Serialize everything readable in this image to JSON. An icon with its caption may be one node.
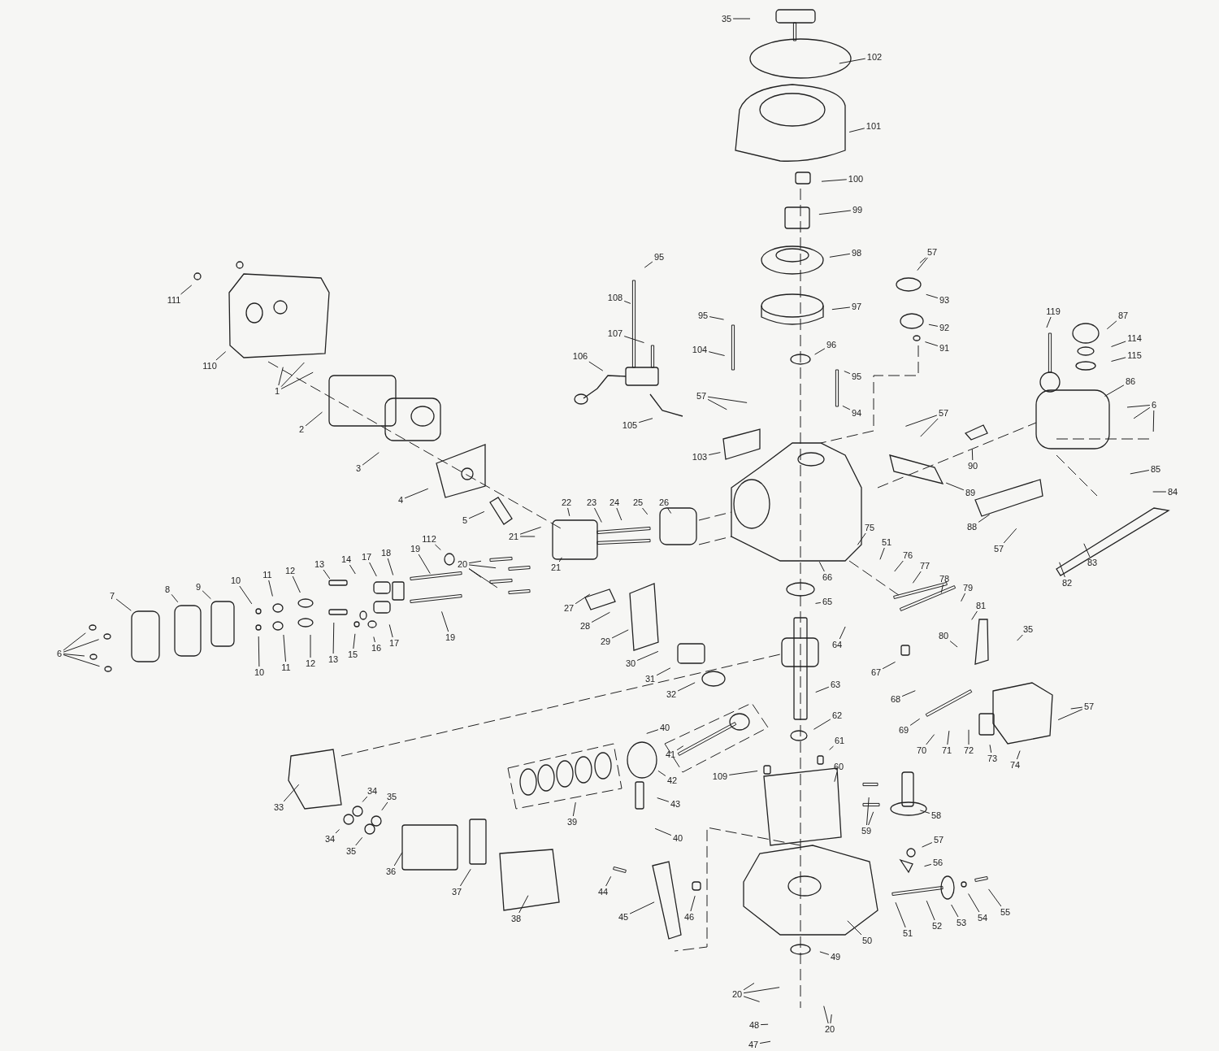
{
  "diagram": {
    "nodes": [
      {
        "text": [
          "35"
        ]
      },
      {
        "text": [
          "102"
        ]
      },
      {
        "text": [
          "101"
        ]
      },
      {
        "text": [
          "100"
        ]
      },
      {
        "text": [
          "99"
        ]
      },
      {
        "text": [
          "98"
        ]
      },
      {
        "text": [
          "57"
        ]
      },
      {
        "text": [
          "95"
        ]
      },
      {
        "text": [
          "108"
        ]
      },
      {
        "text": [
          "93"
        ]
      },
      {
        "text": [
          "111"
        ]
      },
      {
        "text": [
          "97"
        ]
      },
      {
        "text": [
          "95"
        ]
      },
      {
        "text": [
          "87"
        ]
      },
      {
        "text": [
          "119"
        ]
      },
      {
        "text": [
          "107"
        ]
      },
      {
        "text": [
          "92"
        ]
      },
      {
        "text": [
          "114"
        ]
      },
      {
        "text": [
          "110"
        ]
      },
      {
        "text": [
          "104"
        ]
      },
      {
        "text": [
          "96"
        ]
      },
      {
        "text": [
          "115"
        ]
      },
      {
        "text": [
          "91"
        ]
      },
      {
        "text": [
          "106"
        ]
      },
      {
        "text": [
          "95"
        ]
      },
      {
        "text": [
          "86"
        ]
      },
      {
        "text": [
          "1"
        ]
      },
      {
        "text": [
          "57"
        ]
      },
      {
        "text": [
          "6"
        ]
      },
      {
        "text": [
          "94"
        ]
      },
      {
        "text": [
          "57"
        ]
      },
      {
        "text": [
          "105"
        ]
      },
      {
        "text": [
          "2"
        ]
      },
      {
        "text": [
          "103"
        ]
      },
      {
        "text": [
          "90"
        ]
      },
      {
        "text": [
          "3"
        ]
      },
      {
        "text": [
          "85"
        ]
      },
      {
        "text": [
          "4"
        ]
      },
      {
        "text": [
          "84"
        ]
      },
      {
        "text": [
          "89"
        ]
      },
      {
        "text": [
          "22"
        ]
      },
      {
        "text": [
          "23"
        ]
      },
      {
        "text": [
          "24"
        ]
      },
      {
        "text": [
          "25"
        ]
      },
      {
        "text": [
          "26"
        ]
      },
      {
        "text": [
          "5"
        ]
      },
      {
        "text": [
          "88"
        ]
      },
      {
        "text": [
          "75"
        ]
      },
      {
        "text": [
          "21"
        ]
      },
      {
        "text": [
          "112"
        ]
      },
      {
        "text": [
          "19"
        ]
      },
      {
        "text": [
          "51"
        ]
      },
      {
        "text": [
          "57"
        ]
      },
      {
        "text": [
          "18"
        ]
      },
      {
        "text": [
          "76"
        ]
      },
      {
        "text": [
          "17"
        ]
      },
      {
        "text": [
          "14"
        ]
      },
      {
        "text": [
          "20"
        ]
      },
      {
        "text": [
          "13"
        ]
      },
      {
        "text": [
          "83"
        ]
      },
      {
        "text": [
          "77"
        ]
      },
      {
        "text": [
          "21"
        ]
      },
      {
        "text": [
          "12"
        ]
      },
      {
        "text": [
          "11"
        ]
      },
      {
        "text": [
          "66"
        ]
      },
      {
        "text": [
          "78"
        ]
      },
      {
        "text": [
          "10"
        ]
      },
      {
        "text": [
          "82"
        ]
      },
      {
        "text": [
          "9"
        ]
      },
      {
        "text": [
          "79"
        ]
      },
      {
        "text": [
          "8"
        ]
      },
      {
        "text": [
          "7"
        ]
      },
      {
        "text": [
          "65"
        ]
      },
      {
        "text": [
          "81"
        ]
      },
      {
        "text": [
          "27"
        ]
      },
      {
        "text": [
          "28"
        ]
      },
      {
        "text": [
          "35"
        ]
      },
      {
        "text": [
          "80"
        ]
      },
      {
        "text": [
          "19"
        ]
      },
      {
        "text": [
          "29"
        ]
      },
      {
        "text": [
          "17"
        ]
      },
      {
        "text": [
          "64"
        ]
      },
      {
        "text": [
          "16"
        ]
      },
      {
        "text": [
          "15"
        ]
      },
      {
        "text": [
          "6"
        ]
      },
      {
        "text": [
          "13"
        ]
      },
      {
        "text": [
          "12"
        ]
      },
      {
        "text": [
          "30"
        ]
      },
      {
        "text": [
          "11"
        ]
      },
      {
        "text": [
          "10"
        ]
      },
      {
        "text": [
          "67"
        ]
      },
      {
        "text": [
          "31"
        ]
      },
      {
        "text": [
          "63"
        ]
      },
      {
        "text": [
          "32"
        ]
      },
      {
        "text": [
          "68"
        ]
      },
      {
        "text": [
          "57"
        ]
      },
      {
        "text": [
          "62"
        ]
      },
      {
        "text": [
          "40"
        ]
      },
      {
        "text": [
          "69"
        ]
      },
      {
        "text": [
          "70"
        ]
      },
      {
        "text": [
          "71"
        ]
      },
      {
        "text": [
          "72"
        ]
      },
      {
        "text": [
          "41"
        ]
      },
      {
        "text": [
          "73"
        ]
      },
      {
        "text": [
          "74"
        ]
      },
      {
        "text": [
          "61"
        ]
      },
      {
        "text": [
          "109"
        ]
      },
      {
        "text": [
          "60"
        ]
      },
      {
        "text": [
          "42"
        ]
      },
      {
        "text": [
          "34"
        ]
      },
      {
        "text": [
          "35"
        ]
      },
      {
        "text": [
          "33"
        ]
      },
      {
        "text": [
          "43"
        ]
      },
      {
        "text": [
          "58"
        ]
      },
      {
        "text": [
          "39"
        ]
      },
      {
        "text": [
          "40"
        ]
      },
      {
        "text": [
          "59"
        ]
      },
      {
        "text": [
          "34"
        ]
      },
      {
        "text": [
          "57"
        ]
      },
      {
        "text": [
          "35"
        ]
      },
      {
        "text": [
          "56"
        ]
      },
      {
        "text": [
          "36"
        ]
      },
      {
        "text": [
          "37"
        ]
      },
      {
        "text": [
          "44"
        ]
      },
      {
        "text": [
          "45"
        ]
      },
      {
        "text": [
          "46"
        ]
      },
      {
        "text": [
          "38"
        ]
      },
      {
        "text": [
          "55"
        ]
      },
      {
        "text": [
          "54"
        ]
      },
      {
        "text": [
          "53"
        ]
      },
      {
        "text": [
          "52"
        ]
      },
      {
        "text": [
          "51"
        ]
      },
      {
        "text": [
          "50"
        ]
      },
      {
        "text": [
          "49"
        ]
      },
      {
        "text": [
          "20"
        ]
      },
      {
        "text": [
          "48"
        ]
      },
      {
        "text": [
          "20"
        ]
      },
      {
        "text": [
          "47"
        ]
      }
    ],
    "edges": [
      {
        "from": 0,
        "to": null,
        "arrow": "none"
      },
      {
        "from": 1,
        "to": null,
        "arrow": "none"
      },
      {
        "from": 2,
        "to": null,
        "arrow": "none"
      },
      {
        "from": 3,
        "to": null,
        "arrow": "none"
      },
      {
        "from": 4,
        "to": null,
        "arrow": "none"
      },
      {
        "from": 5,
        "to": null,
        "arrow": "none"
      },
      {
        "from": 6,
        "to": null,
        "arrow": "none"
      },
      {
        "from": 6,
        "to": null,
        "arrow": "none"
      },
      {
        "from": 7,
        "to": null,
        "arrow": "none"
      },
      {
        "from": 8,
        "to": null,
        "arrow": "none"
      },
      {
        "from": 9,
        "to": null,
        "arrow": "none"
      },
      {
        "from": 10,
        "to": null,
        "arrow": "none"
      },
      {
        "from": 11,
        "to": null,
        "arrow": "none"
      },
      {
        "from": 12,
        "to": null,
        "arrow": "none"
      },
      {
        "from": 13,
        "to": null,
        "arrow": "none"
      },
      {
        "from": 14,
        "to": null,
        "arrow": "none"
      },
      {
        "from": 15,
        "to": null,
        "arrow": "none"
      },
      {
        "from": 16,
        "to": null,
        "arrow": "none"
      },
      {
        "from": 17,
        "to": null,
        "arrow": "none"
      },
      {
        "from": 18,
        "to": null,
        "arrow": "none"
      },
      {
        "from": 19,
        "to": null,
        "arrow": "none"
      },
      {
        "from": 20,
        "to": null,
        "arrow": "none"
      },
      {
        "from": 21,
        "to": null,
        "arrow": "none"
      },
      {
        "from": 22,
        "to": null,
        "arrow": "none"
      },
      {
        "from": 23,
        "to": null,
        "arrow": "none"
      },
      {
        "from": 24,
        "to": null,
        "arrow": "none"
      },
      {
        "from": 25,
        "to": null,
        "arrow": "none"
      },
      {
        "from": 26,
        "to": null,
        "arrow": "none"
      },
      {
        "from": 26,
        "to": null,
        "arrow": "none"
      },
      {
        "from": 26,
        "to": null,
        "arrow": "none"
      },
      {
        "from": 27,
        "to": null,
        "arrow": "none"
      },
      {
        "from": 27,
        "to": null,
        "arrow": "none"
      },
      {
        "from": 28,
        "to": null,
        "arrow": "none"
      },
      {
        "from": 28,
        "to": null,
        "arrow": "none"
      },
      {
        "from": 28,
        "to": null,
        "arrow": "none"
      },
      {
        "from": 29,
        "to": null,
        "arrow": "none"
      },
      {
        "from": 30,
        "to": null,
        "arrow": "none"
      },
      {
        "from": 30,
        "to": null,
        "arrow": "none"
      },
      {
        "from": 31,
        "to": null,
        "arrow": "none"
      },
      {
        "from": 32,
        "to": null,
        "arrow": "none"
      },
      {
        "from": 33,
        "to": null,
        "arrow": "none"
      },
      {
        "from": 34,
        "to": null,
        "arrow": "none"
      },
      {
        "from": 35,
        "to": null,
        "arrow": "none"
      },
      {
        "from": 36,
        "to": null,
        "arrow": "none"
      },
      {
        "from": 37,
        "to": null,
        "arrow": "none"
      },
      {
        "from": 38,
        "to": null,
        "arrow": "none"
      },
      {
        "from": 39,
        "to": null,
        "arrow": "none"
      },
      {
        "from": 40,
        "to": null,
        "arrow": "none"
      },
      {
        "from": 41,
        "to": null,
        "arrow": "none"
      },
      {
        "from": 42,
        "to": null,
        "arrow": "none"
      },
      {
        "from": 43,
        "to": null,
        "arrow": "none"
      },
      {
        "from": 44,
        "to": null,
        "arrow": "none"
      },
      {
        "from": 45,
        "to": null,
        "arrow": "none"
      },
      {
        "from": 46,
        "to": null,
        "arrow": "none"
      },
      {
        "from": 47,
        "to": null,
        "arrow": "none"
      },
      {
        "from": 48,
        "to": null,
        "arrow": "none"
      },
      {
        "from": 48,
        "to": null,
        "arrow": "none"
      },
      {
        "from": 49,
        "to": null,
        "arrow": "none"
      },
      {
        "from": 50,
        "to": null,
        "arrow": "none"
      },
      {
        "from": 51,
        "to": null,
        "arrow": "none"
      },
      {
        "from": 52,
        "to": null,
        "arrow": "none"
      },
      {
        "from": 53,
        "to": null,
        "arrow": "none"
      },
      {
        "from": 54,
        "to": null,
        "arrow": "none"
      },
      {
        "from": 55,
        "to": null,
        "arrow": "none"
      },
      {
        "from": 56,
        "to": null,
        "arrow": "none"
      },
      {
        "from": 57,
        "to": null,
        "arrow": "none"
      },
      {
        "from": 57,
        "to": null,
        "arrow": "none"
      },
      {
        "from": 57,
        "to": null,
        "arrow": "none"
      },
      {
        "from": 57,
        "to": null,
        "arrow": "none"
      },
      {
        "from": 58,
        "to": null,
        "arrow": "none"
      },
      {
        "from": 59,
        "to": null,
        "arrow": "none"
      },
      {
        "from": 60,
        "to": null,
        "arrow": "none"
      },
      {
        "from": 61,
        "to": null,
        "arrow": "none"
      },
      {
        "from": 62,
        "to": null,
        "arrow": "none"
      },
      {
        "from": 63,
        "to": null,
        "arrow": "none"
      },
      {
        "from": 64,
        "to": null,
        "arrow": "none"
      },
      {
        "from": 65,
        "to": null,
        "arrow": "none"
      },
      {
        "from": 66,
        "to": null,
        "arrow": "none"
      },
      {
        "from": 67,
        "to": null,
        "arrow": "none"
      },
      {
        "from": 68,
        "to": null,
        "arrow": "none"
      },
      {
        "from": 69,
        "to": null,
        "arrow": "none"
      },
      {
        "from": 70,
        "to": null,
        "arrow": "none"
      },
      {
        "from": 71,
        "to": null,
        "arrow": "none"
      },
      {
        "from": 72,
        "to": null,
        "arrow": "none"
      },
      {
        "from": 73,
        "to": null,
        "arrow": "none"
      },
      {
        "from": 74,
        "to": null,
        "arrow": "none"
      },
      {
        "from": 75,
        "to": null,
        "arrow": "none"
      },
      {
        "from": 76,
        "to": null,
        "arrow": "none"
      },
      {
        "from": 77,
        "to": null,
        "arrow": "none"
      },
      {
        "from": 78,
        "to": null,
        "arrow": "none"
      },
      {
        "from": 79,
        "to": null,
        "arrow": "none"
      },
      {
        "from": 80,
        "to": null,
        "arrow": "none"
      },
      {
        "from": 81,
        "to": null,
        "arrow": "none"
      },
      {
        "from": 82,
        "to": null,
        "arrow": "none"
      },
      {
        "from": 83,
        "to": null,
        "arrow": "none"
      },
      {
        "from": 84,
        "to": null,
        "arrow": "none"
      },
      {
        "from": 84,
        "to": null,
        "arrow": "none"
      },
      {
        "from": 84,
        "to": null,
        "arrow": "none"
      },
      {
        "from": 84,
        "to": null,
        "arrow": "none"
      },
      {
        "from": 85,
        "to": null,
        "arrow": "none"
      },
      {
        "from": 86,
        "to": null,
        "arrow": "none"
      },
      {
        "from": 87,
        "to": null,
        "arrow": "none"
      },
      {
        "from": 88,
        "to": null,
        "arrow": "none"
      },
      {
        "from": 89,
        "to": null,
        "arrow": "none"
      },
      {
        "from": 90,
        "to": null,
        "arrow": "none"
      },
      {
        "from": 91,
        "to": null,
        "arrow": "none"
      },
      {
        "from": 92,
        "to": null,
        "arrow": "none"
      },
      {
        "from": 93,
        "to": null,
        "arrow": "none"
      },
      {
        "from": 94,
        "to": null,
        "arrow": "none"
      },
      {
        "from": 95,
        "to": null,
        "arrow": "none"
      },
      {
        "from": 95,
        "to": null,
        "arrow": "none"
      },
      {
        "from": 96,
        "to": null,
        "arrow": "none"
      },
      {
        "from": 97,
        "to": null,
        "arrow": "none"
      },
      {
        "from": 98,
        "to": null,
        "arrow": "none"
      },
      {
        "from": 99,
        "to": null,
        "arrow": "none"
      },
      {
        "from": 100,
        "to": null,
        "arrow": "none"
      },
      {
        "from": 101,
        "to": null,
        "arrow": "none"
      },
      {
        "from": 102,
        "to": null,
        "arrow": "none"
      },
      {
        "from": 103,
        "to": null,
        "arrow": "none"
      },
      {
        "from": 104,
        "to": null,
        "arrow": "none"
      },
      {
        "from": 105,
        "to": null,
        "arrow": "none"
      },
      {
        "from": 106,
        "to": null,
        "arrow": "none"
      },
      {
        "from": 107,
        "to": null,
        "arrow": "none"
      },
      {
        "from": 108,
        "to": null,
        "arrow": "none"
      },
      {
        "from": 109,
        "to": null,
        "arrow": "none"
      },
      {
        "from": 110,
        "to": null,
        "arrow": "none"
      },
      {
        "from": 111,
        "to": null,
        "arrow": "none"
      },
      {
        "from": 112,
        "to": null,
        "arrow": "none"
      },
      {
        "from": 113,
        "to": null,
        "arrow": "none"
      },
      {
        "from": 114,
        "to": null,
        "arrow": "none"
      },
      {
        "from": 115,
        "to": null,
        "arrow": "none"
      },
      {
        "from": 116,
        "to": null,
        "arrow": "none"
      },
      {
        "from": 116,
        "to": null,
        "arrow": "none"
      },
      {
        "from": 117,
        "to": null,
        "arrow": "none"
      },
      {
        "from": 118,
        "to": null,
        "arrow": "none"
      },
      {
        "from": 119,
        "to": null,
        "arrow": "none"
      },
      {
        "from": 120,
        "to": null,
        "arrow": "none"
      },
      {
        "from": 121,
        "to": null,
        "arrow": "none"
      },
      {
        "from": 122,
        "to": null,
        "arrow": "none"
      },
      {
        "from": 123,
        "to": null,
        "arrow": "none"
      },
      {
        "from": 124,
        "to": null,
        "arrow": "none"
      },
      {
        "from": 125,
        "to": null,
        "arrow": "none"
      },
      {
        "from": 126,
        "to": null,
        "arrow": "none"
      },
      {
        "from": 127,
        "to": null,
        "arrow": "none"
      },
      {
        "from": 128,
        "to": null,
        "arrow": "none"
      },
      {
        "from": 129,
        "to": null,
        "arrow": "none"
      },
      {
        "from": 130,
        "to": null,
        "arrow": "none"
      },
      {
        "from": 131,
        "to": null,
        "arrow": "none"
      },
      {
        "from": 132,
        "to": null,
        "arrow": "none"
      },
      {
        "from": 133,
        "to": null,
        "arrow": "none"
      },
      {
        "from": 134,
        "to": null,
        "arrow": "none"
      },
      {
        "from": 134,
        "to": null,
        "arrow": "none"
      },
      {
        "from": 134,
        "to": null,
        "arrow": "none"
      },
      {
        "from": 135,
        "to": null,
        "arrow": "none"
      },
      {
        "from": 136,
        "to": null,
        "arrow": "none"
      },
      {
        "from": 136,
        "to": null,
        "arrow": "none"
      },
      {
        "from": 137,
        "to": null,
        "arrow": "none"
      }
    ]
  }
}
